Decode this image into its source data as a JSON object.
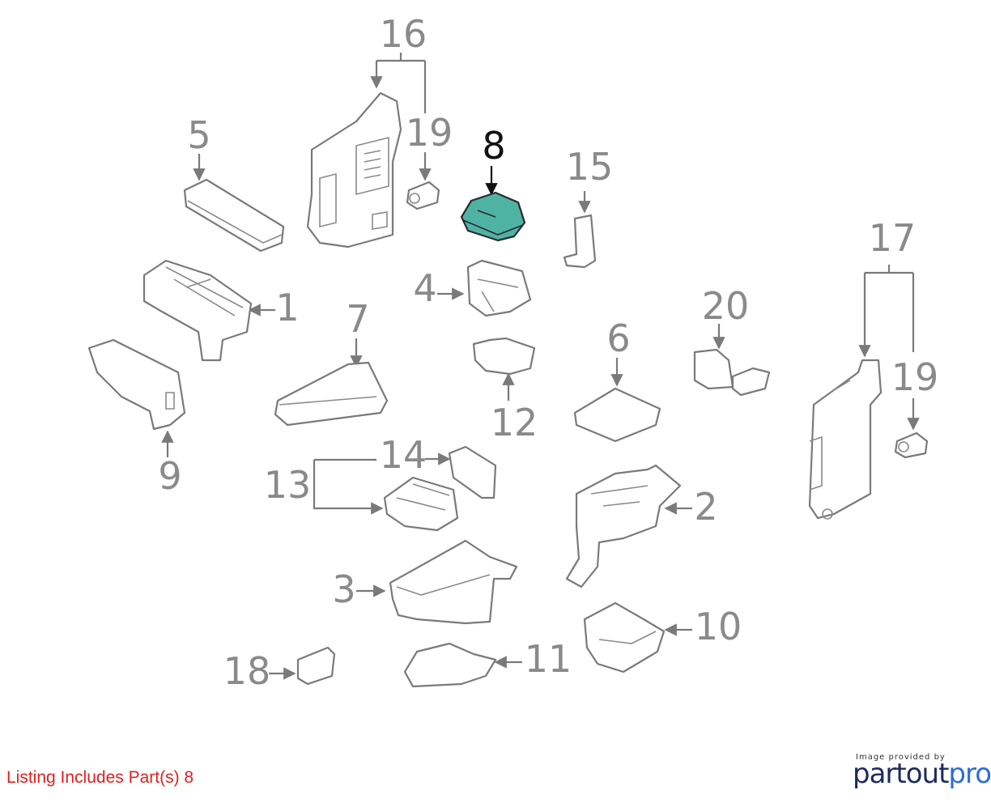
{
  "diagram": {
    "highlight_color": "#4fb3a4",
    "labels": {
      "n1": "1",
      "n2": "2",
      "n3": "3",
      "n4": "4",
      "n5": "5",
      "n6": "6",
      "n7": "7",
      "n8": "8",
      "n9": "9",
      "n10": "10",
      "n11": "11",
      "n12": "12",
      "n13": "13",
      "n14": "14",
      "n15": "15",
      "n16": "16",
      "n17": "17",
      "n18": "18",
      "n19a": "19",
      "n19b": "19",
      "n20": "20"
    },
    "highlighted_part": "8"
  },
  "footer": {
    "listing_note": "Listing Includes Part(s) 8",
    "credit_small": "Image provided by",
    "brand_part1": "partout",
    "brand_part2": "pro",
    "accent_red": "#e02020"
  }
}
